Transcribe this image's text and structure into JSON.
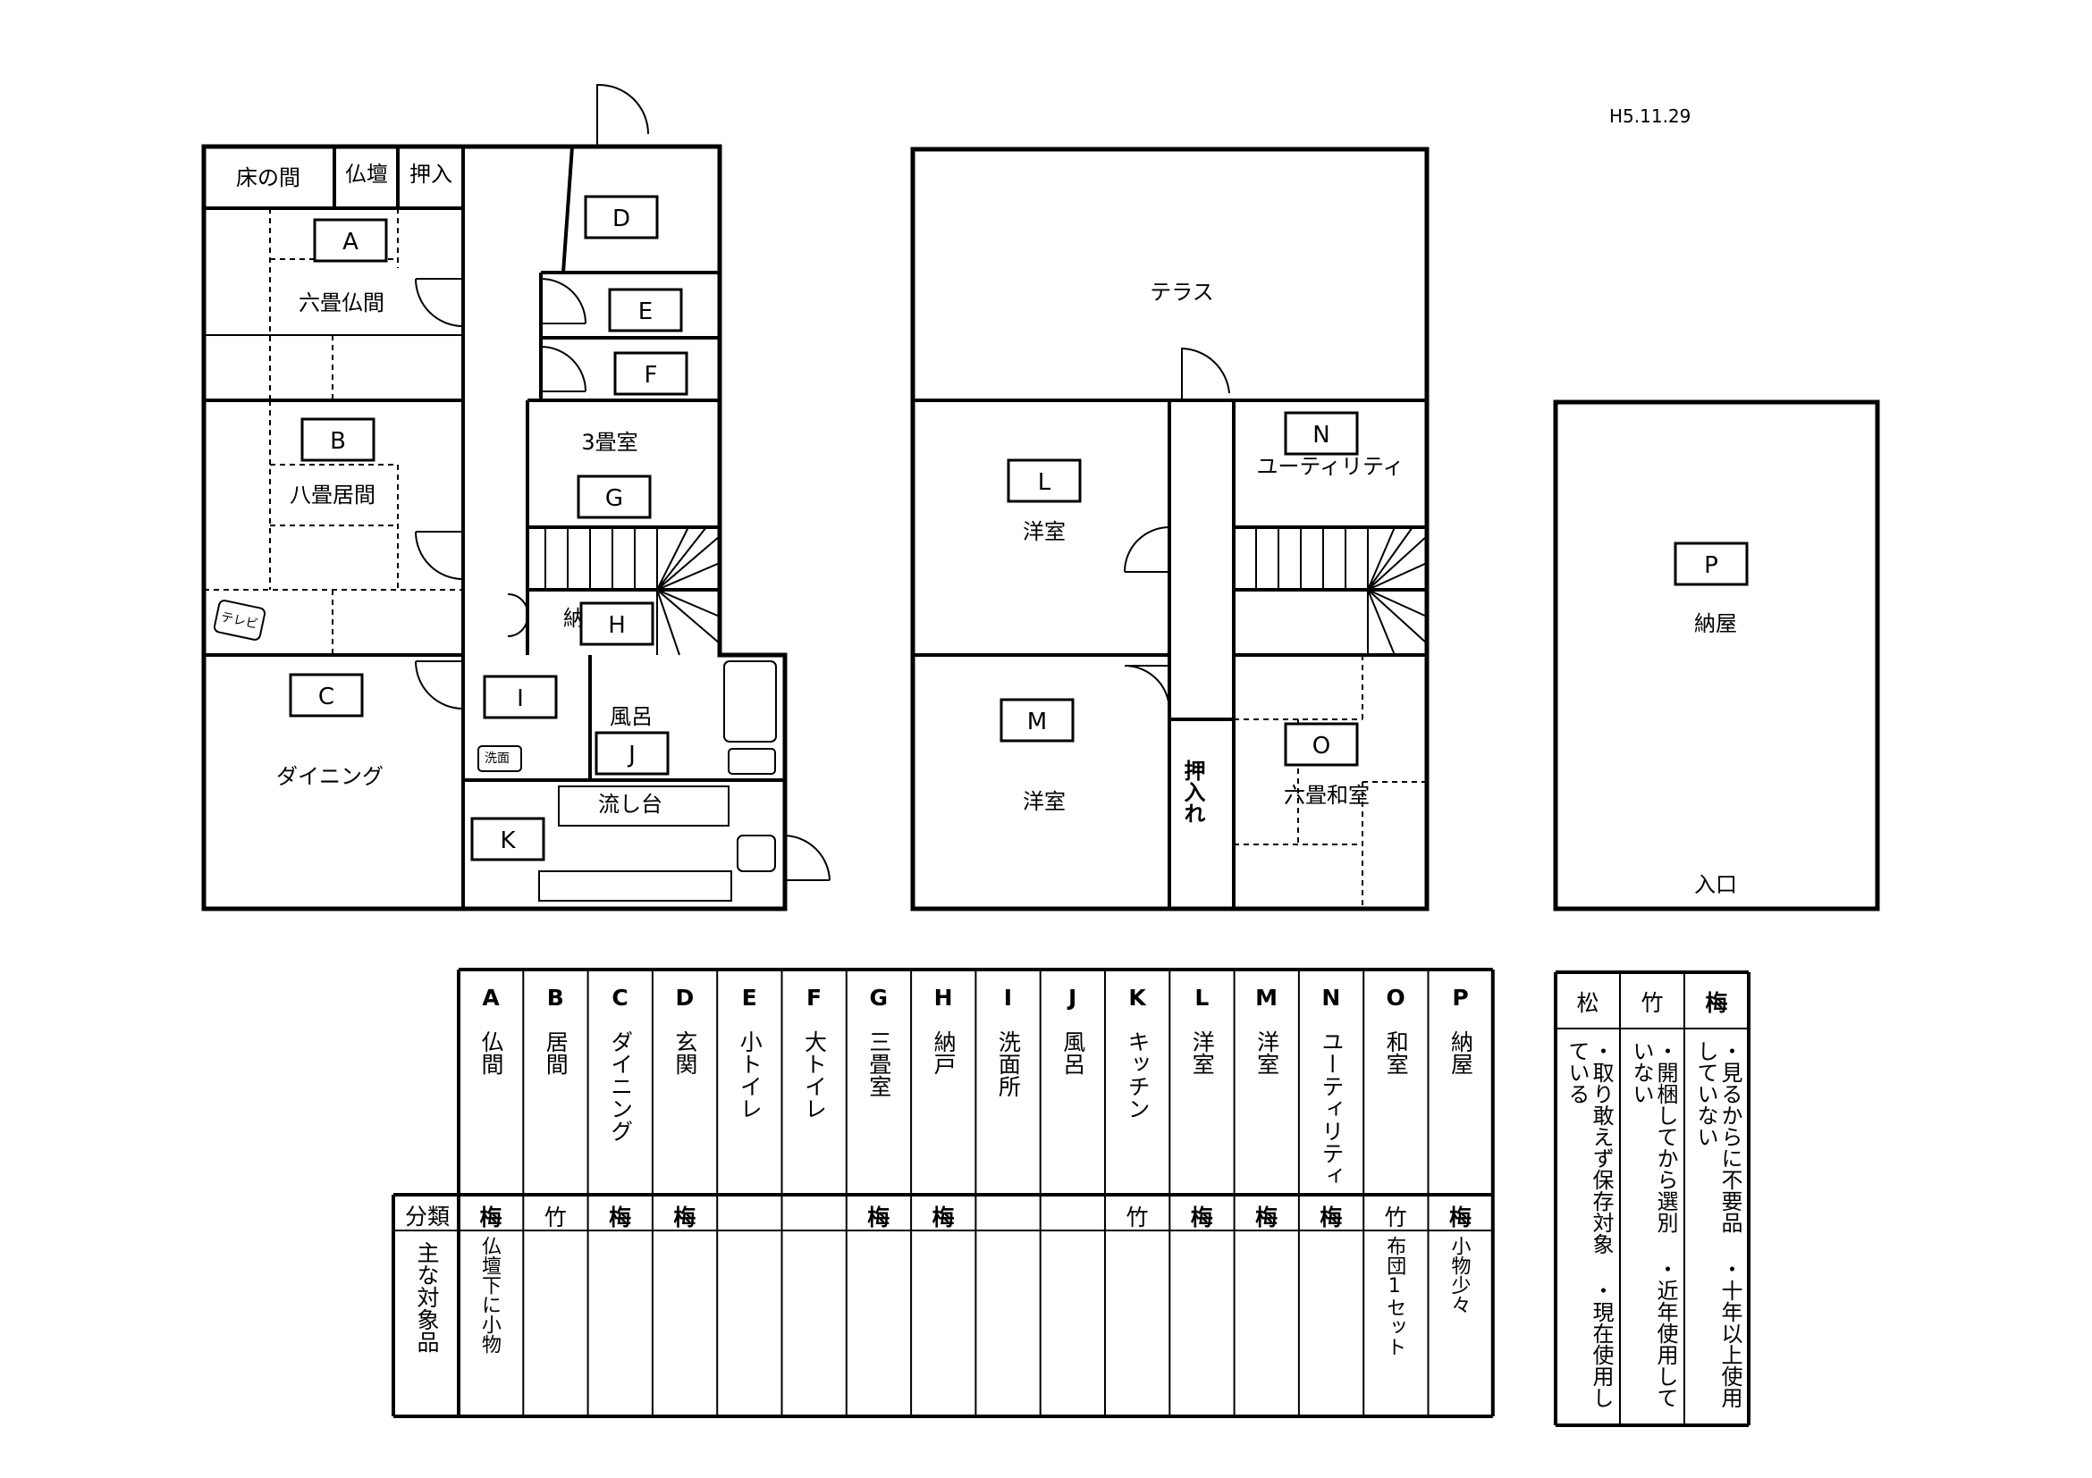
{
  "date": "H5.11.29",
  "floor1": {
    "rooms": {
      "tokonoma": "床の間",
      "butsudan": "仏壇",
      "oshiire": "押入",
      "rokujo_butsuma": "六畳仏間",
      "hachijo_ima": "八畳居間",
      "tv": "テレビ",
      "dining": "ダイニング",
      "sanjoshitsu": "3畳室",
      "nando": "納",
      "furo": "風呂",
      "senmen": "洗面",
      "nagashidai": "流し台"
    }
  },
  "floor2": {
    "rooms": {
      "terrace": "テラス",
      "yoshitsu_l": "洋室",
      "yoshitsu_m": "洋室",
      "utility": "ユーティリティ",
      "oshiire": "押入れ",
      "rokujo_washitsu": "六畳和室"
    }
  },
  "shed": {
    "name": "納屋",
    "entrance": "入口"
  },
  "markers": [
    "A",
    "B",
    "C",
    "D",
    "E",
    "F",
    "G",
    "H",
    "I",
    "J",
    "K",
    "L",
    "M",
    "N",
    "O",
    "P"
  ],
  "table": {
    "row_label_class": "分類",
    "row_label_items": "主な対象品",
    "columns": [
      {
        "letter": "A",
        "name": "仏間",
        "class": "梅",
        "items": "仏壇下に小物"
      },
      {
        "letter": "B",
        "name": "居間",
        "class": "竹",
        "items": ""
      },
      {
        "letter": "C",
        "name": "ダイニング",
        "class": "梅",
        "items": ""
      },
      {
        "letter": "D",
        "name": "玄関",
        "class": "梅",
        "items": ""
      },
      {
        "letter": "E",
        "name": "小トイレ",
        "class": "",
        "items": ""
      },
      {
        "letter": "F",
        "name": "大トイレ",
        "class": "",
        "items": ""
      },
      {
        "letter": "G",
        "name": "三畳室",
        "class": "梅",
        "items": ""
      },
      {
        "letter": "H",
        "name": "納戸",
        "class": "梅",
        "items": ""
      },
      {
        "letter": "I",
        "name": "洗面所",
        "class": "",
        "items": ""
      },
      {
        "letter": "J",
        "name": "風呂",
        "class": "",
        "items": ""
      },
      {
        "letter": "K",
        "name": "キッチン",
        "class": "竹",
        "items": ""
      },
      {
        "letter": "L",
        "name": "洋室",
        "class": "梅",
        "items": ""
      },
      {
        "letter": "M",
        "name": "洋室",
        "class": "梅",
        "items": ""
      },
      {
        "letter": "N",
        "name": "ユーティリティ",
        "class": "梅",
        "items": ""
      },
      {
        "letter": "O",
        "name": "和室",
        "class": "竹",
        "items": "布団1セット"
      },
      {
        "letter": "P",
        "name": "納屋",
        "class": "梅",
        "items": "小物少々"
      }
    ]
  },
  "legend": {
    "headers": [
      "松",
      "竹",
      "梅"
    ],
    "descriptions": [
      "・取り敢えず保存対象 ・現在使用している",
      "・開梱してから選別 ・近年使用していない",
      "・見るからに不要品 ・十年以上使用していない"
    ]
  }
}
